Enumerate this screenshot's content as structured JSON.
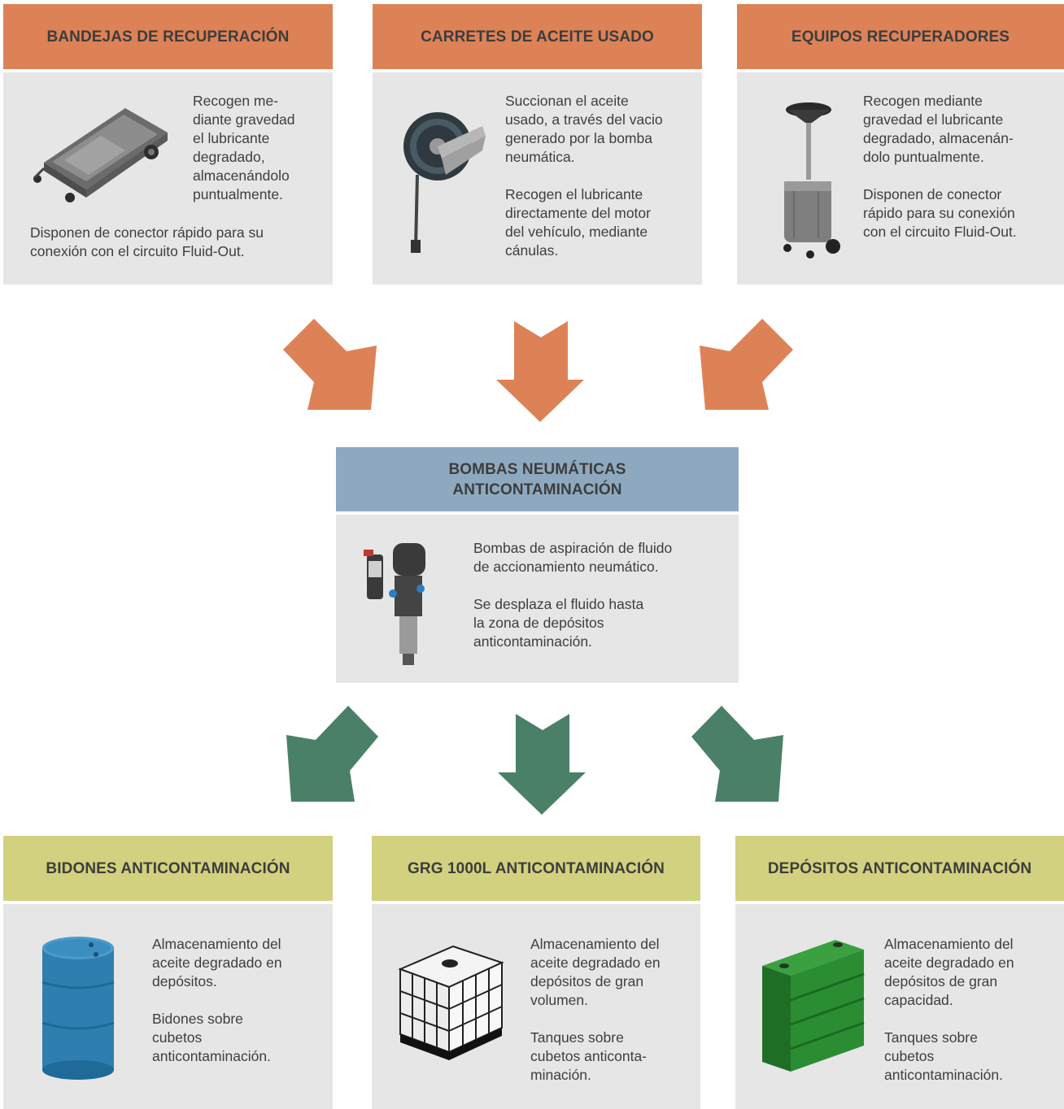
{
  "colors": {
    "orange": "#dd8257",
    "blue_grey": "#8ea9bf",
    "olive": "#d1d17f",
    "green_arrow": "#4a8068",
    "panel_grey": "#e6e6e6"
  },
  "top_cards": [
    {
      "title": "BANDEJAS DE RECUPERACIÓN",
      "icon": "oil-recovery-tray-icon",
      "paragraphs": [
        "Recogen me-\ndiante gravedad\nel lubricante\ndegradado,\nalmacenándolo\npuntualmente.",
        "Disponen de conector rápido para su\nconexión con el circuito Fluid-Out."
      ]
    },
    {
      "title": "CARRETES DE ACEITE USADO",
      "icon": "hose-reel-icon",
      "paragraphs": [
        "Succionan el aceite\nusado, a través del vacio\ngenerado por la bomba\nneumática.",
        "Recogen el lubricante\ndirectamente del motor\ndel vehículo, mediante\ncánulas."
      ]
    },
    {
      "title": "EQUIPOS RECUPERADORES",
      "icon": "oil-drainer-icon",
      "paragraphs": [
        "Recogen mediante\ngravedad el lubricante\ndegradado, almacenán-\ndolo puntualmente.",
        "Disponen de conector\nrápido para su conexión\ncon el circuito Fluid-Out."
      ]
    }
  ],
  "center_card": {
    "title": "BOMBAS NEUMÁTICAS\nANTICONTAMINACIÓN",
    "icon": "pneumatic-pump-icon",
    "paragraphs": [
      "Bombas de aspiración de fluido\nde accionamiento neumático.",
      "Se desplaza el fluido hasta\nla zona de depósitos\nanticontaminación."
    ]
  },
  "bottom_cards": [
    {
      "title": "BIDONES ANTICONTAMINACIÓN",
      "icon": "blue-drum-icon",
      "paragraphs": [
        "Almacenamiento del\naceite degradado en\ndepósitos.",
        "Bidones sobre\ncubetos\nanticontaminación."
      ]
    },
    {
      "title": "GRG 1000L ANTICONTAMINACIÓN",
      "icon": "ibc-container-icon",
      "paragraphs": [
        "Almacenamiento del\naceite degradado en\ndepósitos de gran\nvolumen.",
        "Tanques sobre\ncubetos anticonta-\nminación."
      ]
    },
    {
      "title": "DEPÓSITOS ANTICONTAMINACIÓN",
      "icon": "green-tank-icon",
      "paragraphs": [
        "Almacenamiento del\naceite degradado en\ndepósitos de gran\ncapacidad.",
        "Tanques sobre\ncubetos\nanticontaminación."
      ]
    }
  ]
}
